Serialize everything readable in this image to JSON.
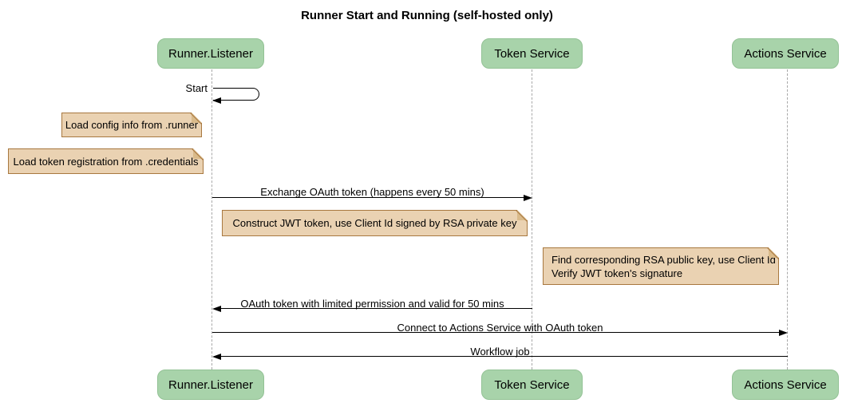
{
  "diagram": {
    "title": "Runner Start and Running (self-hosted only)",
    "participants": [
      {
        "name": "Runner.Listener"
      },
      {
        "name": "Token Service"
      },
      {
        "name": "Actions Service"
      }
    ],
    "messages": [
      {
        "label": "Start",
        "from": "Runner.Listener",
        "to": "Runner.Listener",
        "kind": "self"
      },
      {
        "label": "Exchange OAuth token (happens every 50 mins)",
        "from": "Runner.Listener",
        "to": "Token Service",
        "kind": "solid"
      },
      {
        "label": "OAuth token with limited permission and valid for 50 mins",
        "from": "Token Service",
        "to": "Runner.Listener",
        "kind": "solid"
      },
      {
        "label": "Connect to Actions Service with OAuth token",
        "from": "Runner.Listener",
        "to": "Actions Service",
        "kind": "solid"
      },
      {
        "label": "Workflow job",
        "from": "Actions Service",
        "to": "Runner.Listener",
        "kind": "solid"
      }
    ],
    "notes": [
      {
        "text": "Load config info from .runner"
      },
      {
        "text": "Load token registration from .credentials"
      },
      {
        "text": "Construct JWT token, use Client Id signed by RSA private key"
      },
      {
        "lines": [
          "Find corresponding RSA public key, use Client Id",
          "Verify JWT token's signature"
        ]
      }
    ],
    "colors": {
      "participant_fill": "#a8d3aa",
      "participant_border": "#93c295",
      "note_fill": "#ead2b2",
      "note_border": "#a8783f",
      "lifeline": "#a8a8a8",
      "arrow": "#000000",
      "background": "#ffffff"
    }
  }
}
